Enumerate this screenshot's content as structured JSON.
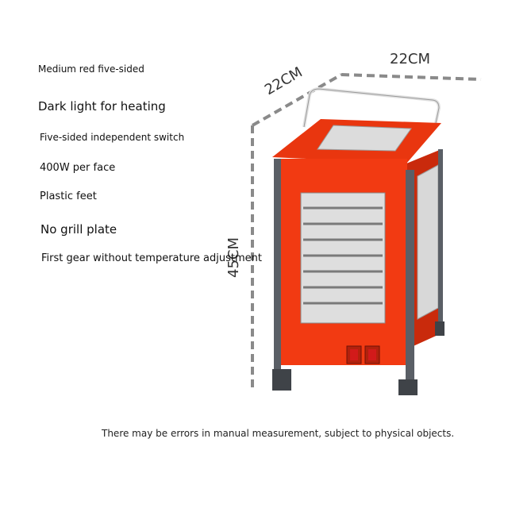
{
  "product": {
    "specs": [
      "Medium red five-sided",
      "Dark light for heating",
      "Five-sided independent switch",
      "400W per face",
      "Plastic feet",
      "No grill plate",
      "First gear without temperature adjustment"
    ],
    "dimensions": {
      "width_label": "22CM",
      "depth_label": "22CM",
      "height_label": "45CM"
    },
    "note": "There may be errors in manual measurement, subject to physical objects."
  },
  "colors": {
    "body_red": "#f23a12",
    "dark_red": "#c92a0c",
    "frame_gray": "#5a5f66",
    "mesh": "#d8d8d8",
    "dash": "#8a8a8a",
    "switch_red": "#d21a1a"
  }
}
